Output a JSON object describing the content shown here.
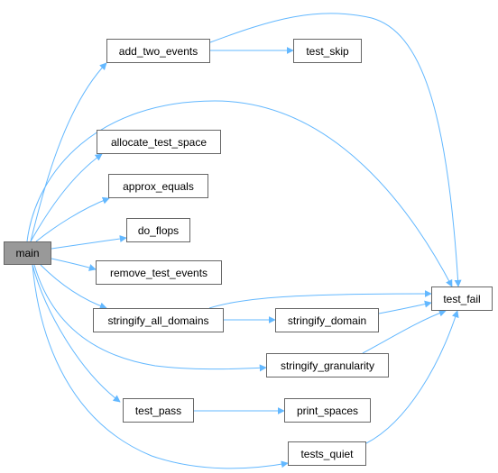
{
  "graph": {
    "root": "main",
    "colors": {
      "edge": "#63b8ff",
      "node_border": "#666666",
      "node_fill": "#ffffff",
      "root_fill": "#999999"
    },
    "nodes": {
      "main": {
        "label": "main"
      },
      "add_two_events": {
        "label": "add_two_events"
      },
      "test_skip": {
        "label": "test_skip"
      },
      "allocate_test_space": {
        "label": "allocate_test_space"
      },
      "approx_equals": {
        "label": "approx_equals"
      },
      "do_flops": {
        "label": "do_flops"
      },
      "remove_test_events": {
        "label": "remove_test_events"
      },
      "stringify_all_domains": {
        "label": "stringify_all_domains"
      },
      "stringify_domain": {
        "label": "stringify_domain"
      },
      "stringify_granularity": {
        "label": "stringify_granularity"
      },
      "test_pass": {
        "label": "test_pass"
      },
      "print_spaces": {
        "label": "print_spaces"
      },
      "tests_quiet": {
        "label": "tests_quiet"
      },
      "test_fail": {
        "label": "test_fail"
      }
    },
    "edges": [
      [
        "main",
        "add_two_events"
      ],
      [
        "main",
        "allocate_test_space"
      ],
      [
        "main",
        "approx_equals"
      ],
      [
        "main",
        "do_flops"
      ],
      [
        "main",
        "remove_test_events"
      ],
      [
        "main",
        "stringify_all_domains"
      ],
      [
        "main",
        "stringify_granularity"
      ],
      [
        "main",
        "test_pass"
      ],
      [
        "main",
        "tests_quiet"
      ],
      [
        "main",
        "test_fail"
      ],
      [
        "add_two_events",
        "test_skip"
      ],
      [
        "add_two_events",
        "test_fail"
      ],
      [
        "stringify_all_domains",
        "stringify_domain"
      ],
      [
        "stringify_all_domains",
        "test_fail"
      ],
      [
        "stringify_domain",
        "test_fail"
      ],
      [
        "stringify_granularity",
        "test_fail"
      ],
      [
        "test_pass",
        "print_spaces"
      ],
      [
        "tests_quiet",
        "test_fail"
      ]
    ]
  }
}
